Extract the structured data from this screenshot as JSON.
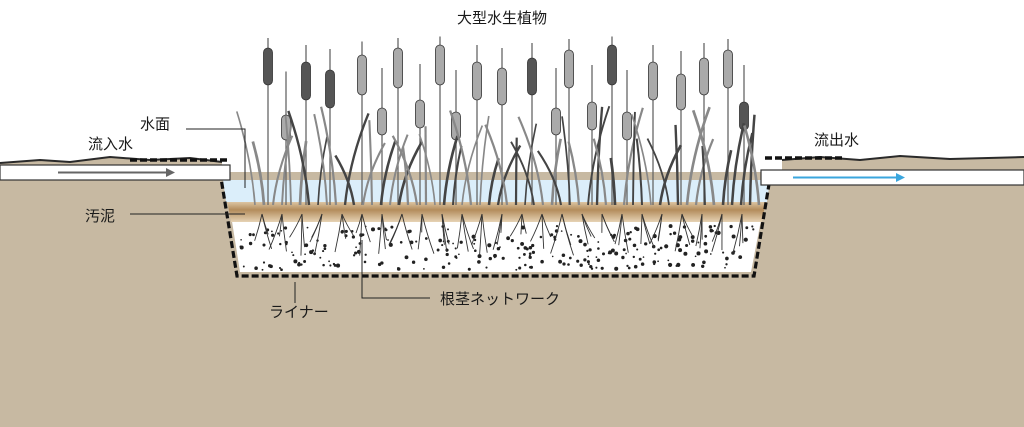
{
  "labels": {
    "plants": "大型水生植物",
    "water_surface": "水面",
    "inflow": "流入水",
    "outflow": "流出水",
    "sludge": "汚泥",
    "liner": "ライナー",
    "rhizome": "根茎ネットワーク"
  },
  "colors": {
    "ground": "#c7b9a2",
    "water": "#dbeefa",
    "sludge_dark": "#b38c5c",
    "sludge_light": "#e6d3b5",
    "gravel": "#ffffff",
    "plant_dark": "#555555",
    "plant_light": "#aaaaaa",
    "inflow_arrow": "#666666",
    "outflow_arrow": "#3aa6de"
  }
}
